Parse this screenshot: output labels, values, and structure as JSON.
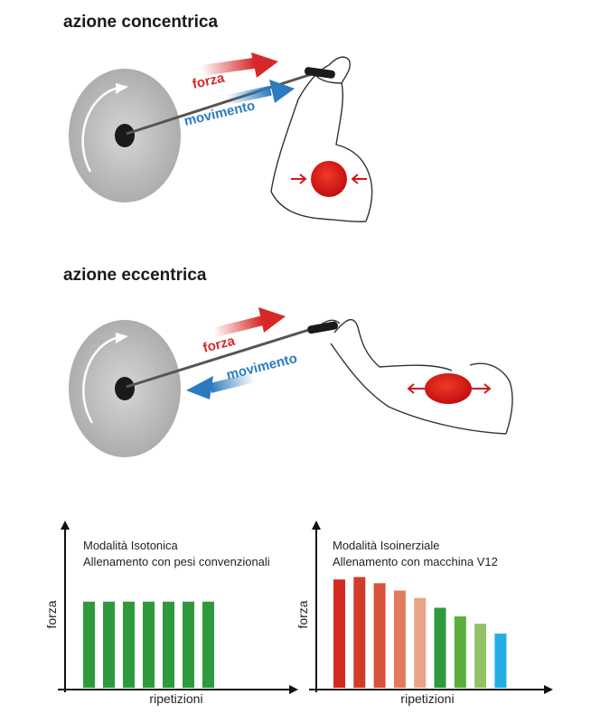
{
  "sections": {
    "concentric": {
      "title": "azione concentrica",
      "force_label": "forza",
      "movement_label": "movimento"
    },
    "eccentric": {
      "title": "azione eccentrica",
      "force_label": "forza",
      "movement_label": "movimento"
    }
  },
  "colors": {
    "force": "#d62828",
    "movement": "#2b7bc0",
    "muscle": "#d41515",
    "disc": "#bdbdbd"
  },
  "chart_data": [
    {
      "type": "bar",
      "title_lines": [
        "Modalità Isotonica",
        "Allenamento con pesi convenzionali"
      ],
      "xlabel": "ripetizioni",
      "ylabel": "forza",
      "ylim": [
        0,
        10
      ],
      "values": [
        7,
        7,
        7,
        7,
        7,
        7,
        7
      ],
      "colors": [
        "#2e9a3d",
        "#2e9a3d",
        "#2e9a3d",
        "#2e9a3d",
        "#2e9a3d",
        "#2e9a3d",
        "#2e9a3d"
      ]
    },
    {
      "type": "bar",
      "title_lines": [
        "Modalità Isoinerziale",
        "Allenamento con macchina V12"
      ],
      "xlabel": "ripetizioni",
      "ylabel": "forza",
      "ylim": [
        0,
        10
      ],
      "values": [
        8.8,
        9.0,
        8.5,
        7.9,
        7.3,
        6.5,
        5.8,
        5.2,
        4.4
      ],
      "colors": [
        "#d42a22",
        "#d23a2a",
        "#d8533a",
        "#e27a5c",
        "#eaa48a",
        "#2e9a3d",
        "#5aae3c",
        "#92c263",
        "#22aee4"
      ]
    }
  ]
}
